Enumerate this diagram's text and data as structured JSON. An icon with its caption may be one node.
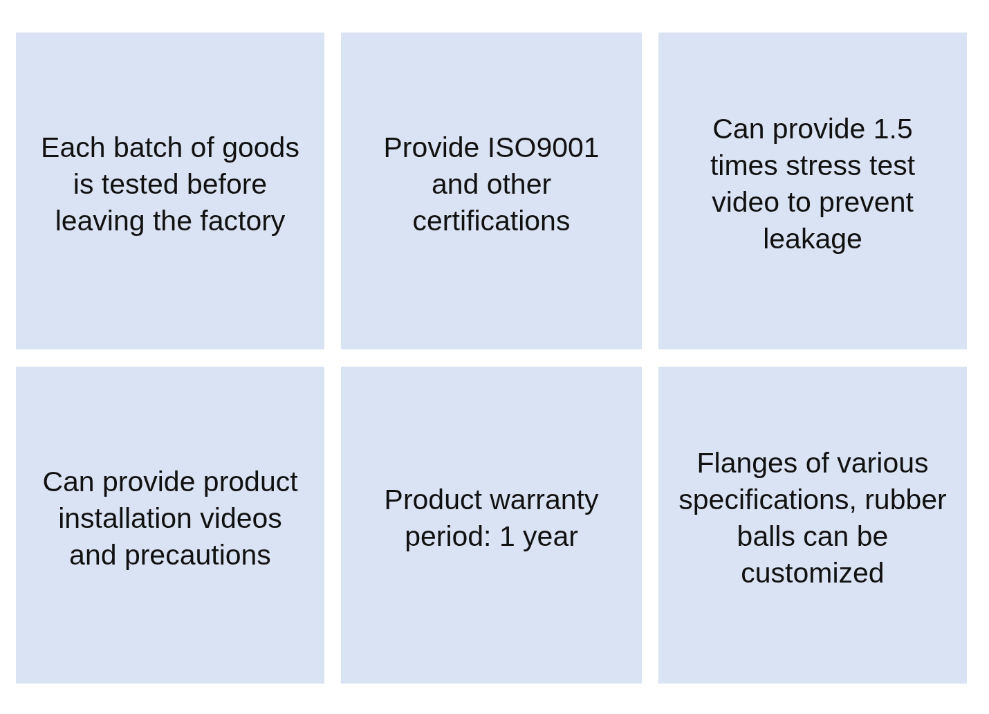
{
  "diagram": {
    "nodes": [
      {
        "text": [
          "Each batch of goods is tested before leaving the factory"
        ]
      },
      {
        "text": [
          "Provide ISO9001 and other certifications"
        ]
      },
      {
        "text": [
          "Can provide 1.5 times stress test video to prevent leakage"
        ]
      },
      {
        "text": [
          "Can provide product installation videos and precautions"
        ]
      },
      {
        "text": [
          "Product warranty period: 1 year"
        ]
      },
      {
        "text": [
          "Flanges of various specifications, rubber balls can be customized"
        ]
      }
    ]
  }
}
